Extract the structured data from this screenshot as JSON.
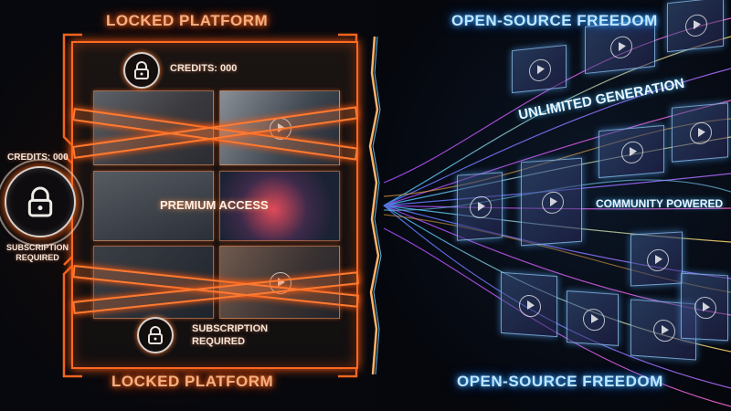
{
  "locked": {
    "heading_top": "LOCKED PLATFORM",
    "heading_bottom": "LOCKED PLATFORM",
    "panel_credits": "CREDITS: 000",
    "side_credits": "CREDITS: 000",
    "side_subscription": "SUBSCRIPTION REQUIRED",
    "center_label": "PREMIUM ACCESS",
    "bottom_subscription": "SUBSCRIPTION REQUIRED"
  },
  "open": {
    "heading_top": "OPEN-SOURCE FREEDOM",
    "heading_bottom": "OPEN-SOURCE FREEDOM",
    "label_generation": "UNLIMITED GENERATION",
    "label_community": "COMMUNITY POWERED"
  },
  "colors": {
    "locked_accent": "#ff6a22",
    "open_accent": "#3fb7ff",
    "background": "#05070d"
  },
  "icons": [
    "lock-icon",
    "play-icon"
  ]
}
